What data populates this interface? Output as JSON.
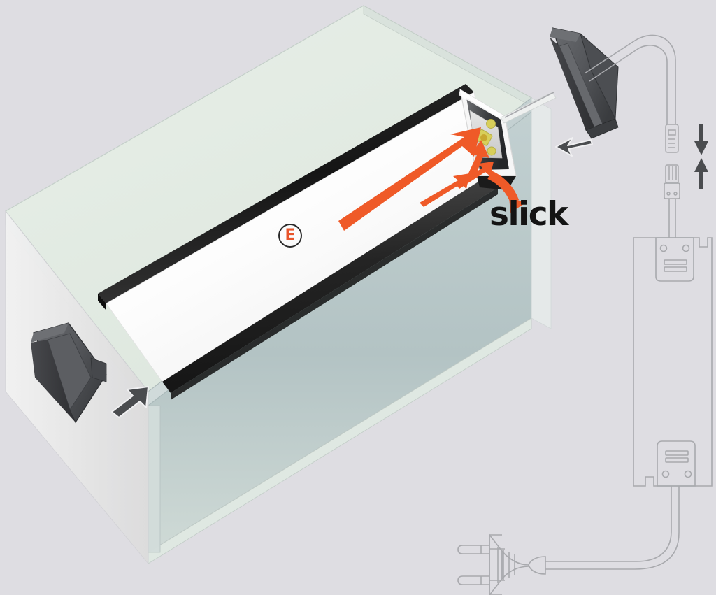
{
  "illustration": {
    "title": "slick LED profile recessed installation diagram",
    "type": "technical-exploded-assembly",
    "background_color": "#dedde2"
  },
  "brand": {
    "wordmark": "slick",
    "wordmark_color": "#141414",
    "badge_letter": "E",
    "badge_letter_color": "#e8542a",
    "badge_ring_color": "#2a2a2a"
  },
  "palette": {
    "background": "#dedde2",
    "glass_top": "#e3ebe4",
    "glass_front": "#b9c8c9",
    "glass_edge": "#cfd9d6",
    "glass_inner_panel": "#c7d2d2",
    "profile_black": "#1c1c1c",
    "profile_dark": "#3a3a3a",
    "diffuser_white": "#fbfbfb",
    "endcap_gray": "#55575a",
    "endcap_dark": "#3c3e41",
    "arrow_orange": "#ef5a28",
    "arrow_gray": "#4a4c4f",
    "line_art": "#a8a9ad",
    "led_chip": "#d8cf5a",
    "led_chip_core": "#c8a830",
    "pcb_light": "#dcdcdc",
    "pcb_dark": "#6f7174"
  },
  "components": [
    {
      "id": "glass-cabinet",
      "label": "Glass shelf / cabinet carcass",
      "description": "Open-fronted glass box shown in isometric view, pale mint-green top surface with bluish-gray front panel"
    },
    {
      "id": "led-profile",
      "label": "slick aluminium LED profile",
      "description": "Recessed black-framed extrusion with white opal diffuser mounted under the glass shelf"
    },
    {
      "id": "led-strip",
      "label": "LED strip board",
      "description": "Flexible PCB with amber LED chips visible at the open end of the profile"
    },
    {
      "id": "end-cap-left",
      "label": "End cap (blank)",
      "description": "Dark gray plastic closed end cap shown exploded at lower left"
    },
    {
      "id": "end-cap-right",
      "label": "End cap with cable outlet",
      "description": "Dark gray plastic end cap with feed cable exiting, shown exploded at upper right"
    },
    {
      "id": "connector-pair",
      "label": "Quick connector pair",
      "description": "Two mating low-voltage connector halves drawn as outline line art"
    },
    {
      "id": "power-supply",
      "label": "LED driver / power supply",
      "description": "Rectangular constant-voltage driver with mounting brackets top and bottom, drawn as outline line art"
    },
    {
      "id": "mains-plug",
      "label": "Mains plug",
      "description": "European two-pin mains plug on flexible cord, drawn as outline line art"
    }
  ],
  "annotations": {
    "arrows": [
      {
        "id": "arrow-endcap-insert",
        "color": "#4a4c4f",
        "direction": "up-right",
        "meaning": "Push blank end cap into the profile"
      },
      {
        "id": "arrow-cable-endcap-insert",
        "color": "#4a4c4f",
        "direction": "left",
        "meaning": "Push cable end cap into the open profile end"
      },
      {
        "id": "arrow-connector-mate",
        "color": "#4a4c4f",
        "direction": "double-vertical",
        "meaning": "Mate the two connector halves together"
      },
      {
        "id": "arrow-strip-insert",
        "color": "#ef5a28",
        "direction": "up-right",
        "meaning": "Slide the LED strip into the channel"
      },
      {
        "id": "arrow-profile-seat-1",
        "color": "#ef5a28",
        "direction": "up-right",
        "meaning": "Seat the profile against the recess"
      },
      {
        "id": "arrow-profile-seat-2",
        "color": "#ef5a28",
        "direction": "up-right",
        "meaning": "Seat the profile against the recess"
      },
      {
        "id": "arrow-light-output",
        "color": "#ef5a28",
        "direction": "down-right",
        "meaning": "Light emission direction out of the diffuser"
      }
    ]
  }
}
